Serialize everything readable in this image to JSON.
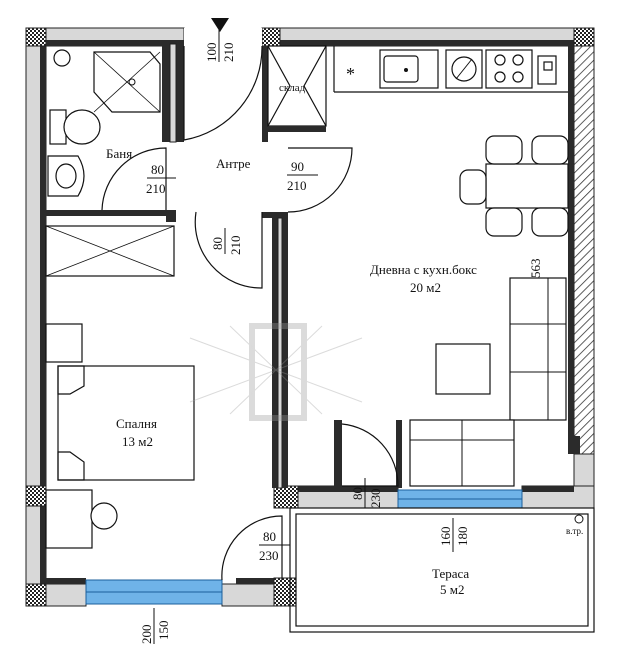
{
  "rooms": {
    "bathroom": "Баня",
    "hall": "Антре",
    "storage": "склад",
    "living": "Дневна с кухн.бокс",
    "living_area": "20 м2",
    "bedroom": "Спалня",
    "bedroom_area": "13 м2",
    "terrace": "Тераса",
    "terrace_area": "5 м2"
  },
  "dimensions": {
    "entry_door_w": "100",
    "entry_door_h": "210",
    "bath_door_w": "80",
    "bath_door_h": "210",
    "hall_door_w": "90",
    "hall_door_h": "210",
    "bed_door_w": "80",
    "bed_door_h": "210",
    "bed_balcony_door_w": "80",
    "bed_balcony_door_h": "230",
    "living_balcony_door_w": "80",
    "living_balcony_door_h": "230",
    "living_window_w": "160",
    "living_window_h": "180",
    "bed_window_w": "200",
    "bed_window_h": "150",
    "wall_length": "563"
  },
  "symbols": {
    "vent_mark": "*",
    "vent_label": "в.тр."
  }
}
